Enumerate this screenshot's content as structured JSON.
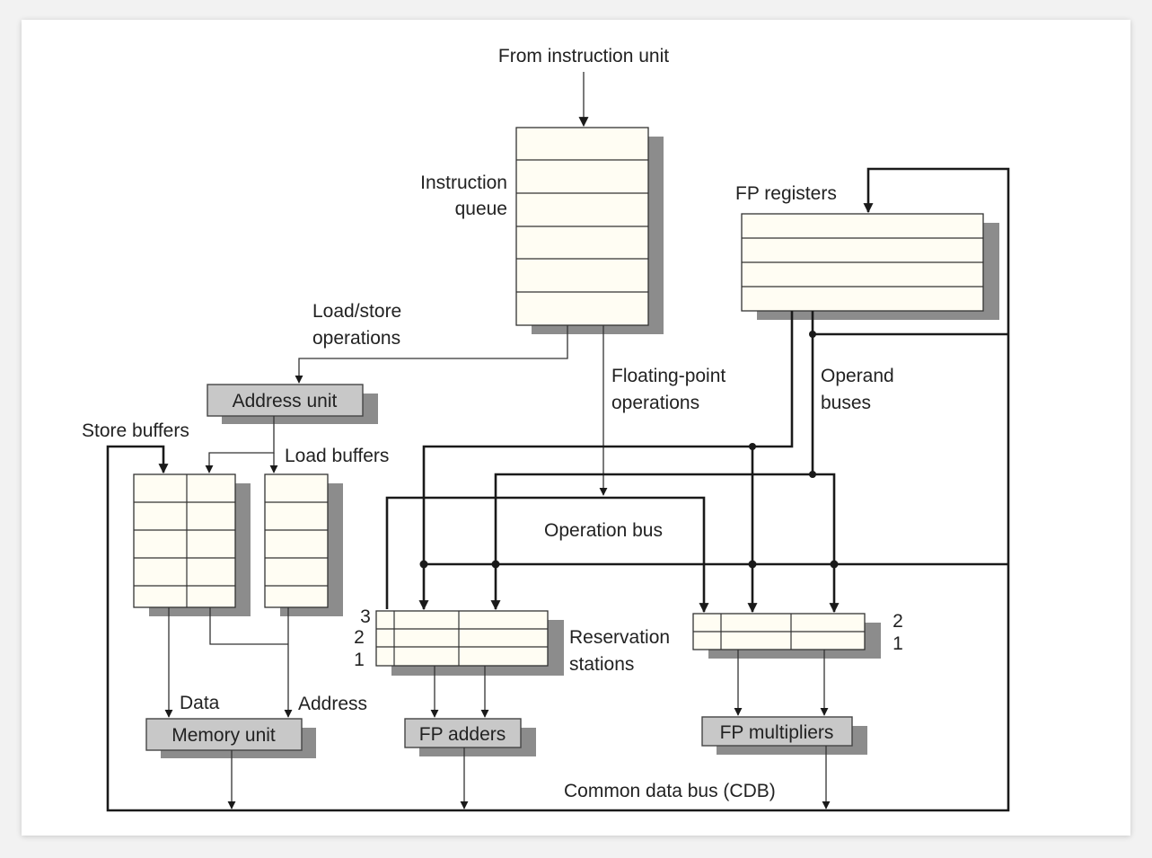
{
  "labels": {
    "from_instruction_unit": "From instruction unit",
    "instruction_queue_line1": "Instruction",
    "instruction_queue_line2": "queue",
    "fp_registers": "FP registers",
    "load_store_line1": "Load/store",
    "load_store_line2": "operations",
    "address_unit": "Address unit",
    "floating_point_line1": "Floating-point",
    "floating_point_line2": "operations",
    "operand_buses_line1": "Operand",
    "operand_buses_line2": "buses",
    "store_buffers": "Store buffers",
    "load_buffers": "Load buffers",
    "operation_bus": "Operation bus",
    "reservation_stations_line1": "Reservation",
    "reservation_stations_line2": "stations",
    "data": "Data",
    "address": "Address",
    "memory_unit": "Memory unit",
    "fp_adders": "FP adders",
    "fp_multipliers": "FP multipliers",
    "common_data_bus": "Common data bus (CDB)"
  },
  "adder_station_numbers": [
    "3",
    "2",
    "1"
  ],
  "multiplier_station_numbers": [
    "2",
    "1"
  ]
}
